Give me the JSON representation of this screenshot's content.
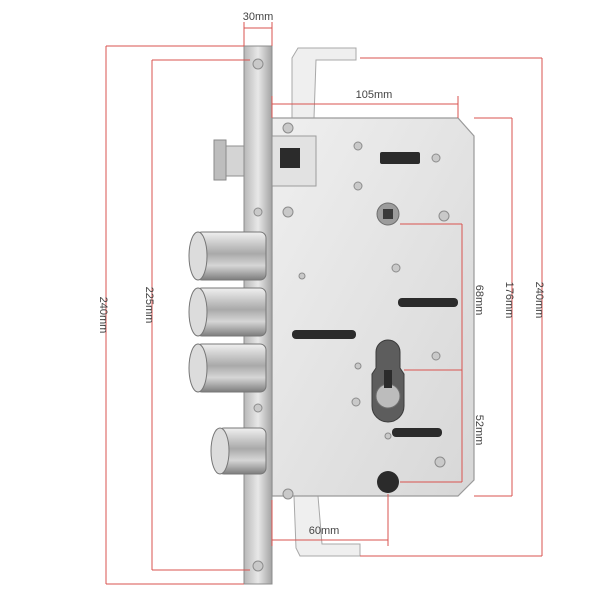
{
  "image": {
    "subject": "lock-mortise",
    "colors": {
      "dimension_line": "#d9534f",
      "steel_light": "#e6e6e6",
      "steel_mid": "#c4c4c4",
      "steel_dark": "#8a8a8a",
      "slot": "#2b2b2b"
    }
  },
  "dimensions": {
    "faceplate_width": "30mm",
    "case_width": "105mm",
    "overall_height": "240mm",
    "faceplate_height": "225mm",
    "case_height_right": "240mm",
    "body_height": "176mm",
    "spindle_to_cylinder": "68mm",
    "cylinder_to_lower": "52mm",
    "bottom_width": "60mm"
  }
}
